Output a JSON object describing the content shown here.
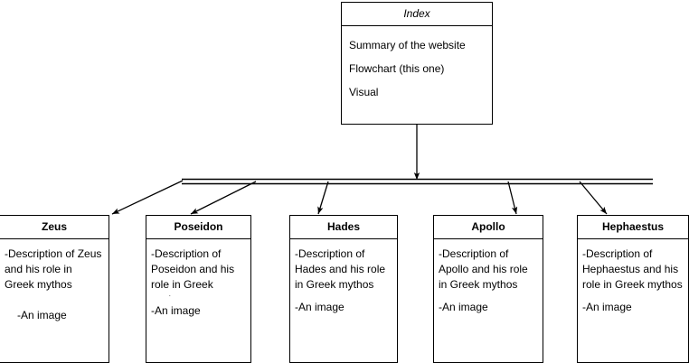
{
  "diagram": {
    "type": "flowchart",
    "title_node": {
      "name": "index",
      "header": "Index",
      "items": [
        "Summary of the website",
        "Flowchart (this one)",
        "Visual"
      ]
    },
    "bus_label": "horizontal-connector-bus",
    "children": [
      {
        "id": "zeus",
        "header": "Zeus",
        "description": "-Description of Zeus and his role in Greek mythos",
        "image_line": "-An image",
        "clipped_line": ""
      },
      {
        "id": "poseidon",
        "header": "Poseidon",
        "description": "-Description of Poseidon and his role in Greek",
        "image_line": "-An image",
        "clipped_line": "mythos"
      },
      {
        "id": "hades",
        "header": "Hades",
        "description": "-Description of Hades and his role in Greek mythos",
        "image_line": "-An image",
        "clipped_line": ""
      },
      {
        "id": "apollo",
        "header": "Apollo",
        "description": "-Description of Apollo and his role in Greek mythos",
        "image_line": "-An image",
        "clipped_line": ""
      },
      {
        "id": "hephaestus",
        "header": "Hephaestus",
        "description": "-Description of Hephaestus and his role in Greek mythos",
        "image_line": "-An image",
        "clipped_line": ""
      }
    ],
    "colors": {
      "stroke": "#000000",
      "fill": "#ffffff",
      "text": "#000000"
    }
  }
}
